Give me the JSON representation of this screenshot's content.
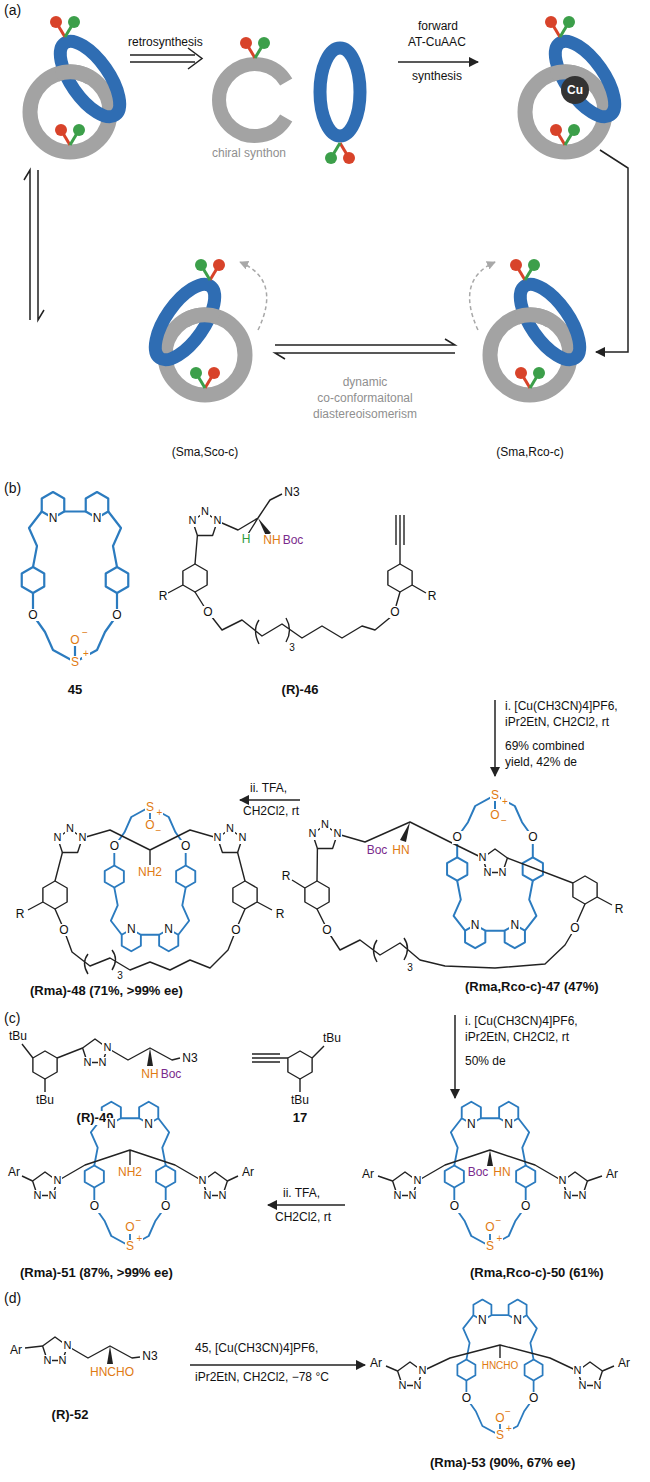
{
  "diagram": {
    "labels": [
      "(a)",
      "retrosynthesis",
      "chiral synthon",
      "forward",
      "AT-CuAAC",
      "synthesis",
      "Cu",
      "dynamic",
      "co-conformaitonal",
      "diastereoisomerism",
      "(Sma,Sco-c)",
      "(Sma,Rco-c)",
      "(b)",
      "N",
      "N",
      "O",
      "O",
      "O",
      "−",
      "S",
      "+",
      "45",
      "N",
      "N",
      "N",
      "N3",
      "H",
      "NH",
      "Boc",
      "R",
      "O",
      "3",
      "O",
      "R",
      "(R)-46",
      "i. [Cu(CH3CN)4]PF6,",
      "iPr2EtN, CH2Cl2, rt",
      "69% combined",
      "yield, 42% de",
      "N",
      "N",
      "O",
      "O",
      "O",
      "−",
      "S",
      "+",
      "N",
      "N",
      "N",
      "N",
      "N",
      "N",
      "Boc",
      "HN",
      "R",
      "O",
      "3",
      "O",
      "R",
      "(Rma,Rco-c)-47 (47%)",
      "ii. TFA,",
      "CH2Cl2, rt",
      "N",
      "N",
      "O",
      "O",
      "O",
      "−",
      "S",
      "+",
      "N",
      "N",
      "N",
      "N",
      "N",
      "N",
      "NH2",
      "R",
      "O",
      "3",
      "O",
      "R",
      "(Rma)-48 (71%, >99% ee)",
      "(c)",
      "tBu",
      "tBu",
      "N",
      "N",
      "N",
      "N3",
      "NH",
      "Boc",
      "(R)-49",
      "tBu",
      "tBu",
      "17",
      "i. [Cu(CH3CN)4]PF6,",
      "iPr2EtN, CH2Cl2, rt",
      "50% de",
      "N",
      "N",
      "O",
      "O",
      "O",
      "−",
      "S",
      "+",
      "N",
      "N",
      "N",
      "Ar",
      "N",
      "N",
      "N",
      "Ar",
      "Boc",
      "HN",
      "(Rma,Rco-c)-50 (61%)",
      "ii. TFA,",
      "CH2Cl2, rt",
      "N",
      "N",
      "O",
      "O",
      "O",
      "−",
      "S",
      "+",
      "N",
      "N",
      "N",
      "Ar",
      "N",
      "N",
      "N",
      "Ar",
      "NH2",
      "(Rma)-51 (87%, >99% ee)",
      "(d)",
      "Ar",
      "N",
      "N",
      "N",
      "N3",
      "HNCHO",
      "(R)-52",
      "45, [Cu(CH3CN)4]PF6,",
      "iPr2EtN, CH2Cl2, −78 °C",
      "N",
      "N",
      "O",
      "O",
      "O",
      "−",
      "S",
      "+",
      "N",
      "N",
      "N",
      "Ar",
      "N",
      "N",
      "N",
      "Ar",
      "HNCHO",
      "(Rma)-53 (90%, 67% ee)"
    ]
  }
}
